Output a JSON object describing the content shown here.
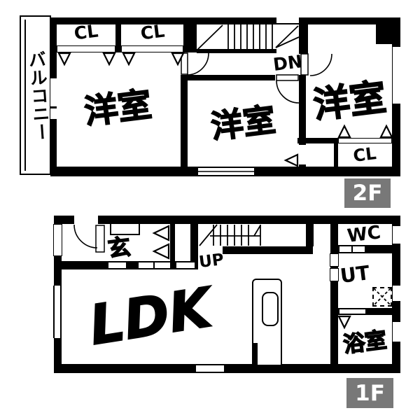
{
  "colors": {
    "wall": "#000000",
    "background": "#ffffff",
    "floor_badge_bg": "#787878",
    "floor_badge_text": "#ffffff"
  },
  "floor2": {
    "badge": "2F",
    "balcony": "バルコニー",
    "closet_left": "CL",
    "closet_middle": "CL",
    "closet_right": "CL",
    "room_left": "洋室",
    "room_middle": "洋室",
    "room_right": "洋室",
    "stairs_down": "DN"
  },
  "floor1": {
    "badge": "1F",
    "entrance": "玄",
    "stairs_up": "UP",
    "living_dining_kitchen": "LDK",
    "toilet": "WC",
    "utility": "UT",
    "bathroom": "浴室"
  }
}
